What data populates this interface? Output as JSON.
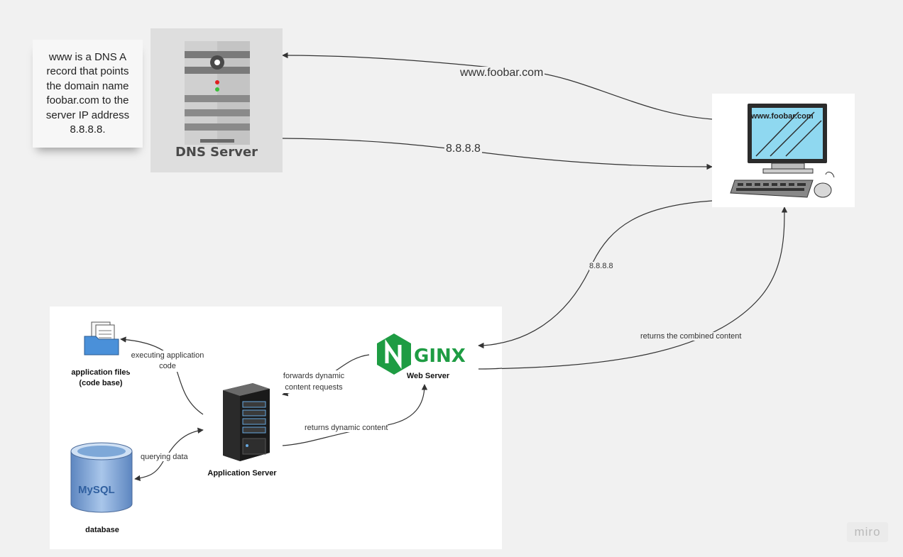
{
  "sticky_note": {
    "text": "www is a DNS A record that points the domain name foobar.com to the server IP address 8.8.8.8."
  },
  "dns_server": {
    "label": "DNS Server"
  },
  "client_computer": {
    "screen_text": "www.foobar.com"
  },
  "edges": {
    "request_domain": "www.foobar.com",
    "dns_response_ip": "8.8.8.8",
    "client_to_nginx_ip": "8.8.8.8",
    "returns_combined": "returns the combined content",
    "executing_app_code": "executing application\ncode",
    "forwards_dynamic": "forwards dynamic\ncontent requests",
    "returns_dynamic": "returns dynamic content",
    "querying_data": "querying data"
  },
  "nodes": {
    "nginx_logo": "NGINX",
    "web_server": "Web Server",
    "app_files": "application files\n(code base)",
    "app_server": "Application Server",
    "database": "database",
    "mysql_logo": "MySQL"
  },
  "watermark": "miro",
  "colors": {
    "background": "#f1f1f1",
    "nginx_green": "#1e9c43",
    "folder_blue": "#4a90d9",
    "db_blue": "#7ea8d8",
    "monitor_screen": "#8fd8f0"
  }
}
